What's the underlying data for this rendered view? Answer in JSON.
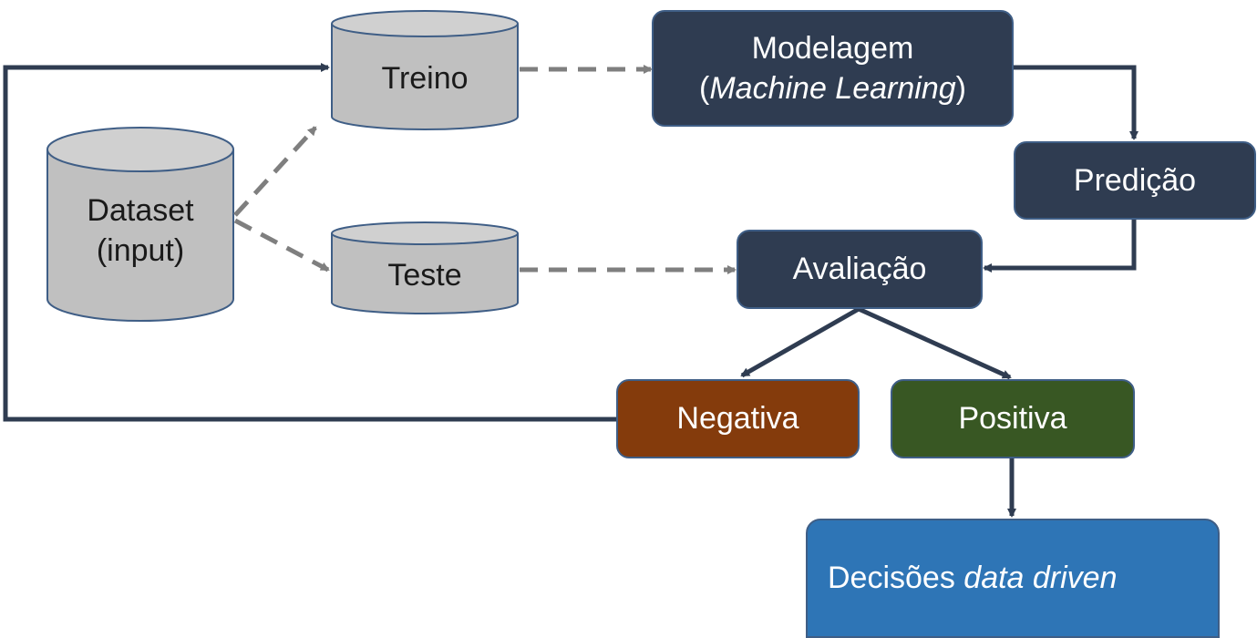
{
  "colors": {
    "cylinder_fill": "#c0c0c0",
    "dark_box": "#2f3c51",
    "negativa": "#843b0c",
    "positiva": "#385723",
    "decisoes": "#2e75b6",
    "solid_arrow": "#2f3c51",
    "dashed_arrow": "#7f7f7f"
  },
  "cylinders": {
    "dataset": {
      "line1": "Dataset",
      "line2": "(input)"
    },
    "treino": {
      "label": "Treino"
    },
    "teste": {
      "label": "Teste"
    }
  },
  "boxes": {
    "modelagem": {
      "line1": "Modelagem",
      "paren_open": "(",
      "italic": "Machine Learning",
      "paren_close": ")"
    },
    "predicao": {
      "label": "Predição"
    },
    "avaliacao": {
      "label": "Avaliação"
    },
    "negativa": {
      "label": "Negativa"
    },
    "positiva": {
      "label": "Positiva"
    },
    "decisoes": {
      "prefix": "Decisões ",
      "italic": "data driven"
    }
  }
}
